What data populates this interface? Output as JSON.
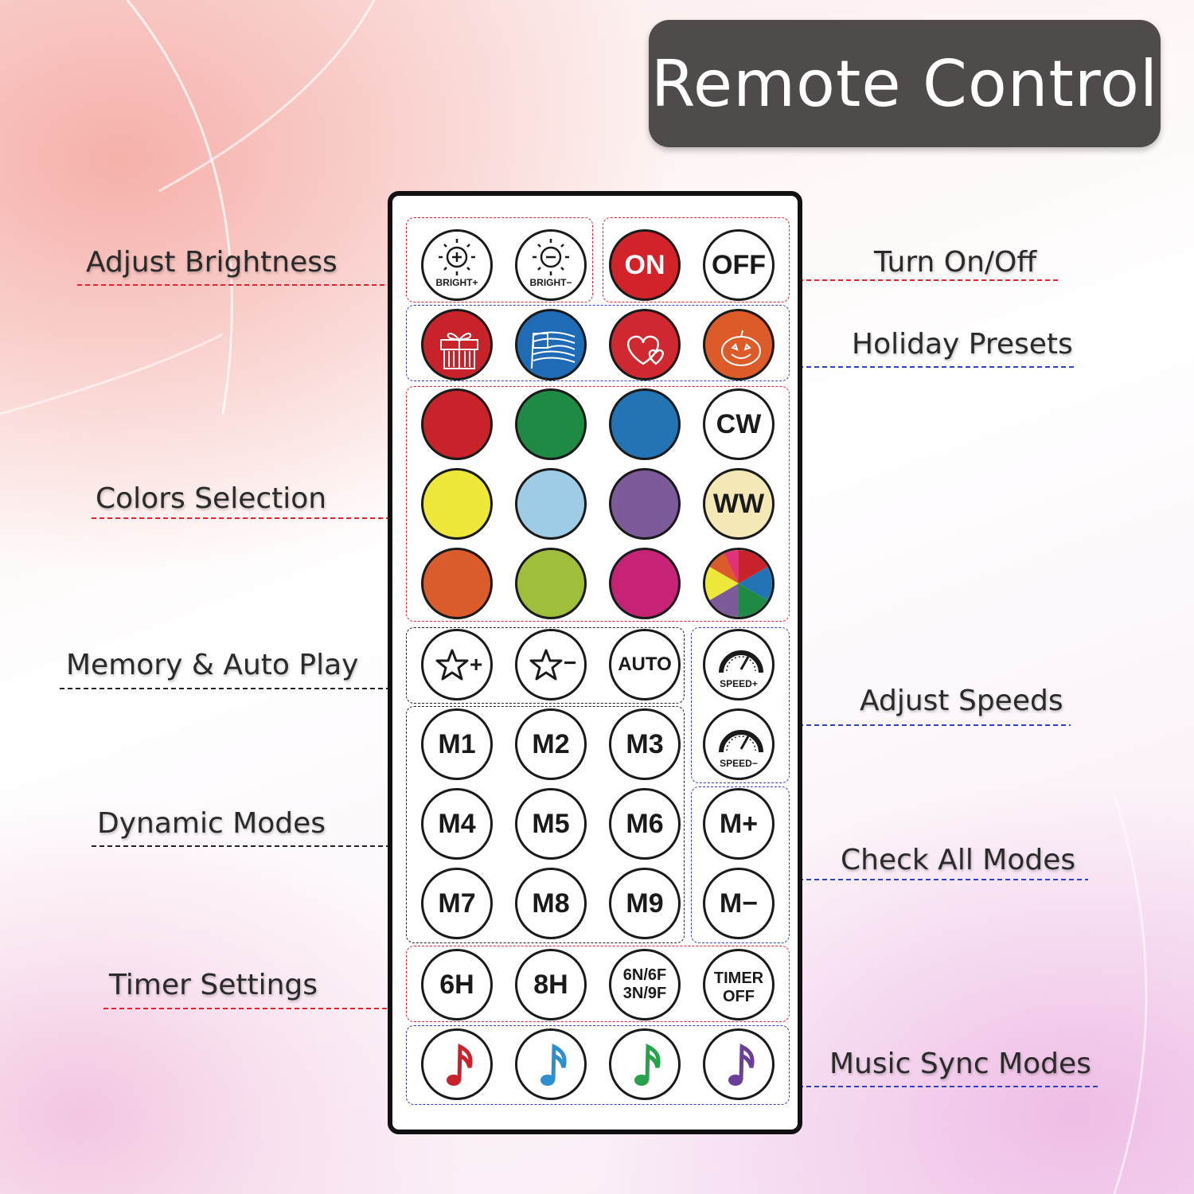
{
  "title": "Remote Control",
  "labels": {
    "adjust_brightness": "Adjust Brightness",
    "colors_selection": "Colors Selection",
    "memory_auto_play": "Memory & Auto Play",
    "dynamic_modes": "Dynamic Modes",
    "timer_settings": "Timer Settings",
    "turn_on_off": "Turn On/Off",
    "holiday_presets": "Holiday Presets",
    "adjust_speeds": "Adjust Speeds",
    "check_all_modes": "Check All Modes",
    "music_sync_modes": "Music Sync Modes"
  },
  "buttons": {
    "bright_up": "BRIGHT+",
    "bright_down": "BRIGHT−",
    "on": "ON",
    "off": "OFF",
    "cw": "CW",
    "ww": "WW",
    "auto": "AUTO",
    "speed_up": "SPEED+",
    "speed_down": "SPEED−",
    "memory_plus": "+",
    "memory_minus": "−",
    "m1": "M1",
    "m2": "M2",
    "m3": "M3",
    "m4": "M4",
    "m5": "M5",
    "m6": "M6",
    "m7": "M7",
    "m8": "M8",
    "m9": "M9",
    "mode_plus": "M+",
    "mode_minus": "M−",
    "t6h": "6H",
    "t8h": "8H",
    "t_cycle_line1": "6N/6F",
    "t_cycle_line2": "3N/9F",
    "timer_off_line1": "TIMER",
    "timer_off_line2": "OFF"
  },
  "colors": {
    "red": "#c8232a",
    "green": "#1f8a43",
    "blue": "#2274b5",
    "yellow": "#ede83a",
    "light_blue": "#9ecbe6",
    "purple": "#7d5a99",
    "orange": "#dc5b2b",
    "yellow_green": "#9fbf3b",
    "magenta": "#c62376",
    "warm_white": "#f4e9b6",
    "on_red": "#d2232a",
    "gift_red": "#c8232a",
    "flag_blue": "#1f6bb5",
    "heart_red": "#cf2830",
    "pumpkin_orange": "#dc5b28",
    "music_red": "#c8232a",
    "music_blue": "#2d8fd0",
    "music_green": "#26a24a",
    "music_purple": "#6a3f98"
  },
  "icons": {
    "gift": "gift-icon",
    "flag": "american-flag-icon",
    "hearts": "hearts-icon",
    "pumpkin": "jack-o-lantern-icon",
    "rainbow": "rainbow-wheel-icon",
    "star": "star-icon",
    "gauge": "speedometer-icon",
    "sun": "brightness-sun-icon",
    "note": "music-note-icon"
  }
}
